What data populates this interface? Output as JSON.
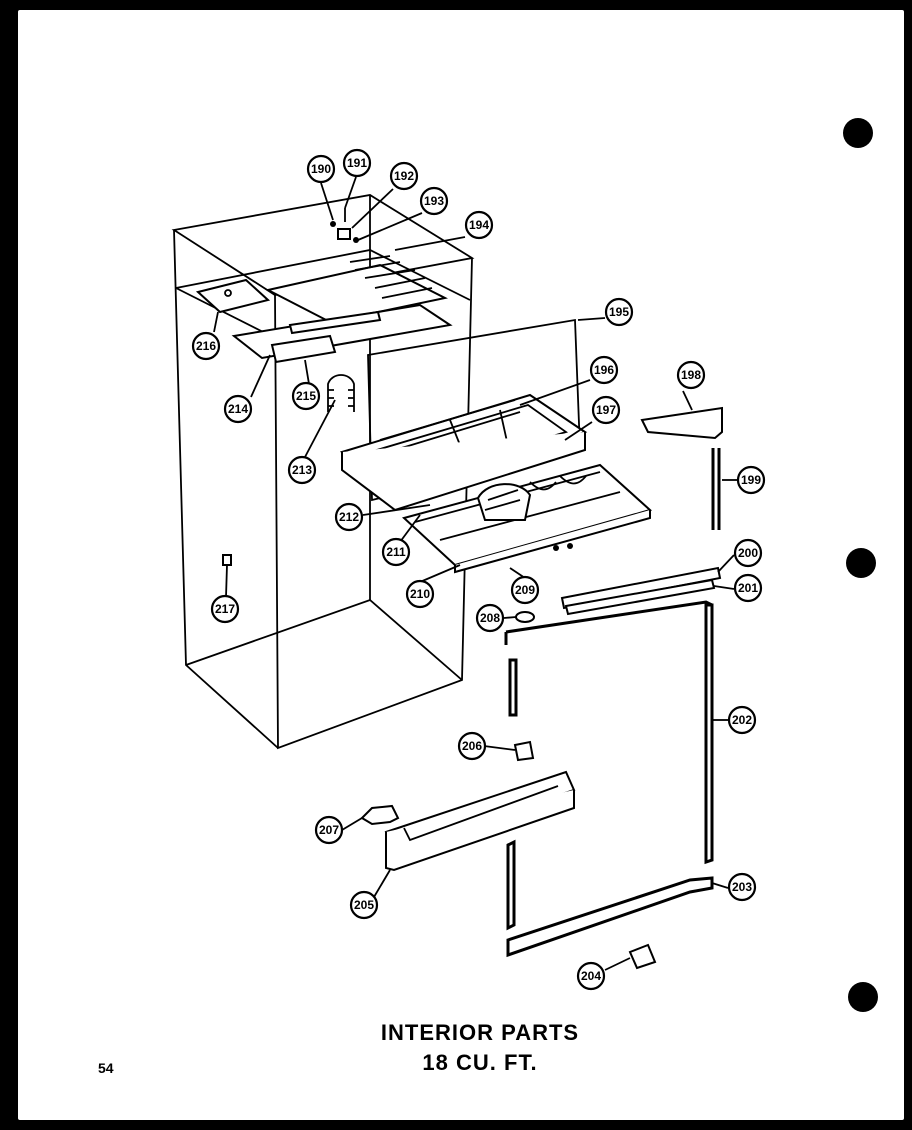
{
  "title": {
    "line1": "INTERIOR PARTS",
    "line2": "18 CU. FT."
  },
  "page_number": "54",
  "callouts": [
    "190",
    "191",
    "192",
    "193",
    "194",
    "195",
    "196",
    "197",
    "198",
    "199",
    "200",
    "201",
    "202",
    "203",
    "204",
    "205",
    "206",
    "207",
    "208",
    "209",
    "210",
    "211",
    "212",
    "213",
    "214",
    "215",
    "216",
    "217"
  ]
}
